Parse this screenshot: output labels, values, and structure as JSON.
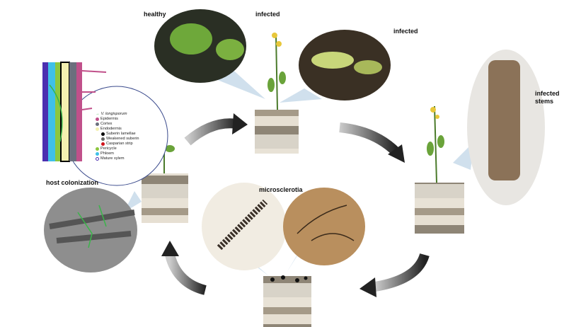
{
  "labels": {
    "healthy": "healthy",
    "infected_plant": "infected",
    "infected_closeup": "infected",
    "infected_stems": "infected stems",
    "microsclerotia": "microsclerotia",
    "host_colonization": "host colonization"
  },
  "legend": [
    {
      "label": "V. longisporum",
      "color": "#3ab54a",
      "marker": "arrow"
    },
    {
      "label": "Epidermis",
      "color": "#c0508a",
      "marker": "dot"
    },
    {
      "label": "Cortex",
      "color": "#6b6f7d",
      "marker": "dot"
    },
    {
      "label": "Endodermis",
      "color": "#f3f0b0",
      "marker": "dot"
    },
    {
      "label": "Suberin lamellae",
      "color": "#000000",
      "marker": "dot",
      "indent": true
    },
    {
      "label": "Weakened suberin",
      "color": "#666666",
      "marker": "dot",
      "indent": true
    },
    {
      "label": "Casparian strip",
      "color": "#d0121b",
      "marker": "dot",
      "indent": true
    },
    {
      "label": "Pericycle",
      "color": "#8dc63f",
      "marker": "dot"
    },
    {
      "label": "Phloem",
      "color": "#3fc0e8",
      "marker": "dot"
    },
    {
      "label": "Mature xylem",
      "color": "#4b2fb0",
      "marker": "ring"
    }
  ]
}
